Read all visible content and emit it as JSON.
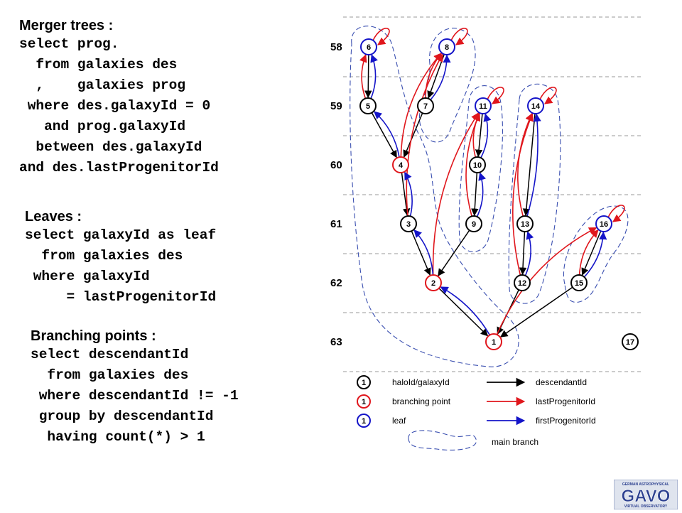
{
  "queries": {
    "merger": {
      "title": "Merger trees :",
      "lines": [
        "select prog.",
        "  from galaxies des",
        "  ,    galaxies prog",
        " where des.galaxyId = 0",
        "   and prog.galaxyId",
        "  between des.galaxyId",
        "and des.lastProgenitorId"
      ]
    },
    "leaves": {
      "title": "Leaves :",
      "lines": [
        "select galaxyId as leaf",
        "  from galaxies des",
        " where galaxyId",
        "     = lastProgenitorId"
      ]
    },
    "branching": {
      "title": "Branching points :",
      "lines": [
        "select descendantId",
        "  from galaxies des",
        " where descendantId != -1",
        " group by descendantId",
        "  having count(*) > 1"
      ]
    }
  },
  "diagram": {
    "snapshots": [
      "58",
      "59",
      "60",
      "61",
      "62",
      "63"
    ],
    "nodes": [
      {
        "id": "6",
        "snap": "58",
        "type": "leaf"
      },
      {
        "id": "8",
        "snap": "58",
        "type": "leaf"
      },
      {
        "id": "5",
        "snap": "59",
        "type": "normal"
      },
      {
        "id": "7",
        "snap": "59",
        "type": "normal"
      },
      {
        "id": "11",
        "snap": "59",
        "type": "leaf"
      },
      {
        "id": "14",
        "snap": "59",
        "type": "leaf"
      },
      {
        "id": "4",
        "snap": "60",
        "type": "branching"
      },
      {
        "id": "10",
        "snap": "60",
        "type": "normal"
      },
      {
        "id": "3",
        "snap": "61",
        "type": "normal"
      },
      {
        "id": "9",
        "snap": "61",
        "type": "normal"
      },
      {
        "id": "13",
        "snap": "61",
        "type": "normal"
      },
      {
        "id": "16",
        "snap": "61",
        "type": "leaf"
      },
      {
        "id": "2",
        "snap": "62",
        "type": "branching"
      },
      {
        "id": "12",
        "snap": "62",
        "type": "normal"
      },
      {
        "id": "15",
        "snap": "62",
        "type": "normal"
      },
      {
        "id": "1",
        "snap": "63",
        "type": "branching"
      },
      {
        "id": "17",
        "snap": "63",
        "type": "normal"
      }
    ],
    "descendant_edges": [
      [
        "6",
        "5"
      ],
      [
        "5",
        "4"
      ],
      [
        "8",
        "7"
      ],
      [
        "7",
        "4"
      ],
      [
        "4",
        "3"
      ],
      [
        "3",
        "2"
      ],
      [
        "11",
        "10"
      ],
      [
        "10",
        "9"
      ],
      [
        "9",
        "2"
      ],
      [
        "2",
        "1"
      ],
      [
        "14",
        "13"
      ],
      [
        "13",
        "12"
      ],
      [
        "12",
        "1"
      ],
      [
        "16",
        "15"
      ],
      [
        "15",
        "1"
      ]
    ],
    "last_progenitor_edges": [
      [
        "6",
        "6"
      ],
      [
        "8",
        "8"
      ],
      [
        "11",
        "11"
      ],
      [
        "14",
        "14"
      ],
      [
        "16",
        "16"
      ],
      [
        "5",
        "6"
      ],
      [
        "7",
        "8"
      ],
      [
        "4",
        "8"
      ],
      [
        "10",
        "11"
      ],
      [
        "9",
        "11"
      ],
      [
        "3",
        "8"
      ],
      [
        "2",
        "11"
      ],
      [
        "13",
        "14"
      ],
      [
        "12",
        "14"
      ],
      [
        "15",
        "16"
      ],
      [
        "1",
        "16"
      ]
    ],
    "first_progenitor_edges": [
      [
        "5",
        "6"
      ],
      [
        "4",
        "5"
      ],
      [
        "3",
        "4"
      ],
      [
        "2",
        "3"
      ],
      [
        "1",
        "2"
      ],
      [
        "7",
        "8"
      ],
      [
        "10",
        "11"
      ],
      [
        "9",
        "10"
      ],
      [
        "13",
        "14"
      ],
      [
        "12",
        "13"
      ],
      [
        "15",
        "16"
      ]
    ],
    "legend": {
      "node_items": [
        "haloId/galaxyId",
        "branching point",
        "leaf"
      ],
      "node_sample": "1",
      "edge_items": [
        "descendantId",
        "lastProgenitorId",
        "firstProgenitorId"
      ],
      "branch_item": "main branch"
    },
    "colors": {
      "descendant": "#000000",
      "last_progenitor": "#e0161c",
      "first_progenitor": "#1414c8",
      "main_branch": "#3a4fb0",
      "grid": "#9a9a9a"
    }
  },
  "logo": {
    "top_text": "GERMAN ASTROPHYSICAL",
    "main_text": "GAVO",
    "bottom_text": "VIRTUAL OBSERVATORY"
  }
}
